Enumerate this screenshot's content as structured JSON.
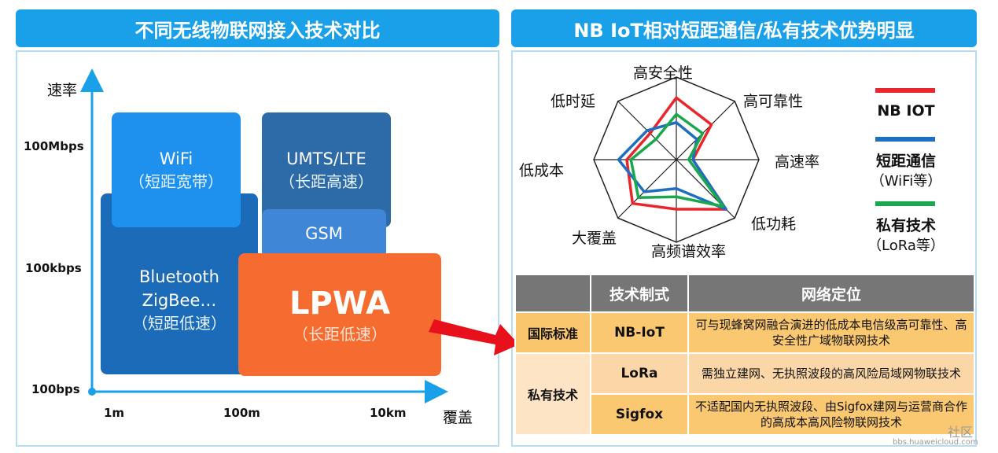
{
  "left_title": "不同无线物联网接入技术对比",
  "right_title": "NB IoT相对短距通信/私有技术优势明显",
  "left_chart": {
    "y_axis_label": "速率",
    "x_axis_label": "覆盖",
    "y_ticks": [
      "100Mbps",
      "100kbps",
      "100bps"
    ],
    "x_ticks": [
      "1m",
      "100m",
      "10km"
    ],
    "blocks": {
      "wifi": {
        "name": "WiFi",
        "desc": "（短距宽带）",
        "color": "#1e90ee"
      },
      "umts": {
        "name": "UMTS/LTE",
        "desc": "（长距高速）",
        "color": "#2d6aa8"
      },
      "gsm": {
        "name": "GSM",
        "color": "#3f86d6"
      },
      "bluetooth": {
        "name1": "Bluetooth",
        "name2": "ZigBee…",
        "desc": "（短距低速）",
        "color": "#1b6bb8"
      },
      "lpwa": {
        "name": "LPWA",
        "desc": "（长距低速）",
        "color": "#f56b30"
      }
    }
  },
  "radar": {
    "axes": [
      "高安全性",
      "高可靠性",
      "高速率",
      "低功耗",
      "高频谱效率",
      "大覆盖",
      "低成本",
      "低时延"
    ],
    "series": [
      {
        "name": "NB IOT",
        "color": "#e8262c",
        "values": [
          0.75,
          0.6,
          0.2,
          0.85,
          0.6,
          0.75,
          0.6,
          0.45
        ]
      },
      {
        "name": "短距通信",
        "sub": "（WiFi等）",
        "color": "#1f6fc0",
        "values": [
          0.45,
          0.35,
          0.2,
          0.85,
          0.35,
          0.55,
          0.7,
          0.5
        ]
      },
      {
        "name": "私有技术",
        "sub": "（LoRa等）",
        "color": "#1aa84c",
        "values": [
          0.55,
          0.45,
          0.15,
          0.8,
          0.45,
          0.65,
          0.55,
          0.35
        ]
      }
    ]
  },
  "table": {
    "headers": [
      "",
      "技术制式",
      "网络定位"
    ],
    "rows": [
      {
        "category": "国际标准",
        "tech": "NB-IoT",
        "desc": "可与现蜂窝网融合演进的低成本电信级高可靠性、高安全性广域物联网技术"
      },
      {
        "category": "私有技术",
        "tech": "LoRa",
        "desc": "需独立建网、无执照波段的高风险局域网物联技术"
      },
      {
        "category": "",
        "tech": "Sigfox",
        "desc": "不适配国内无执照波段、由Sigfox建网与运营商合作的高成本高风险物联网技术"
      }
    ]
  },
  "watermark": {
    "brand": "社区",
    "url": "bbs.huaweicloud.com"
  }
}
